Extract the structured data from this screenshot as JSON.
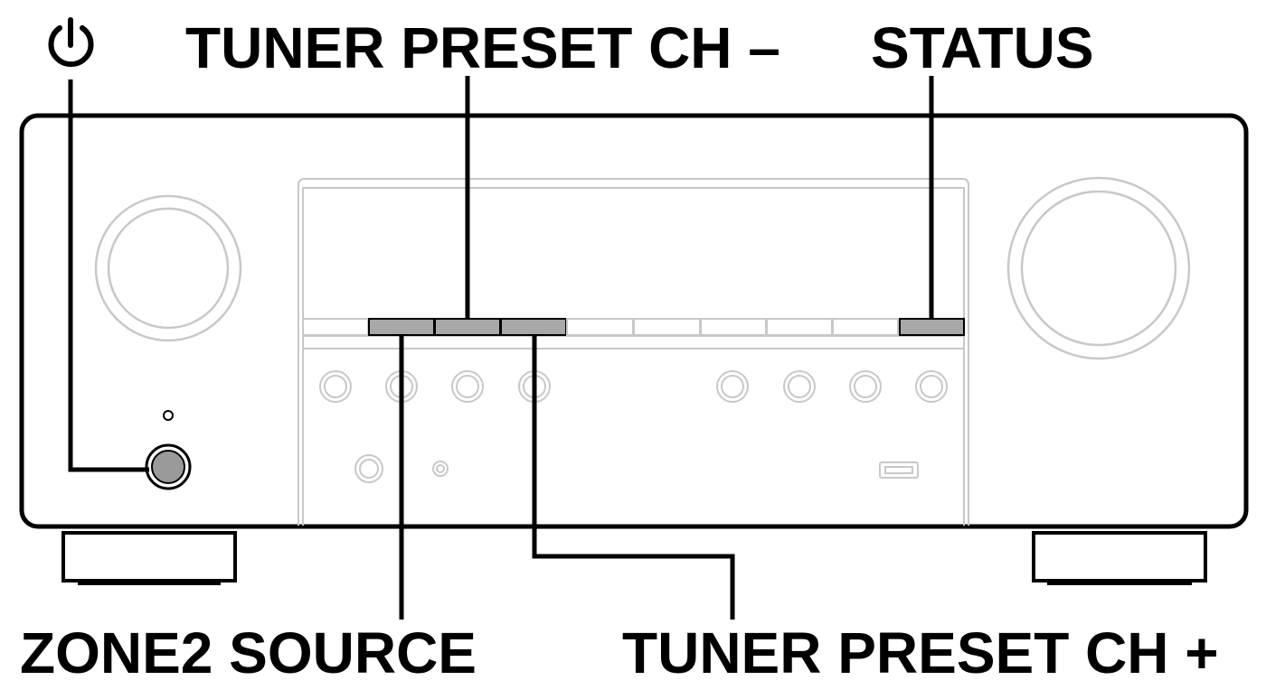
{
  "labels": {
    "power_icon": "power-icon",
    "tuner_preset_minus": "TUNER PRESET CH –",
    "status": "STATUS",
    "zone2_source": "ZONE2 SOURCE",
    "tuner_preset_plus": "TUNER PRESET CH +"
  },
  "colors": {
    "ink": "#000000",
    "panel_detail": "#c8c8c8",
    "highlight_fill": "#a8a8a8",
    "power_button_fill": "#9a9a9a"
  }
}
